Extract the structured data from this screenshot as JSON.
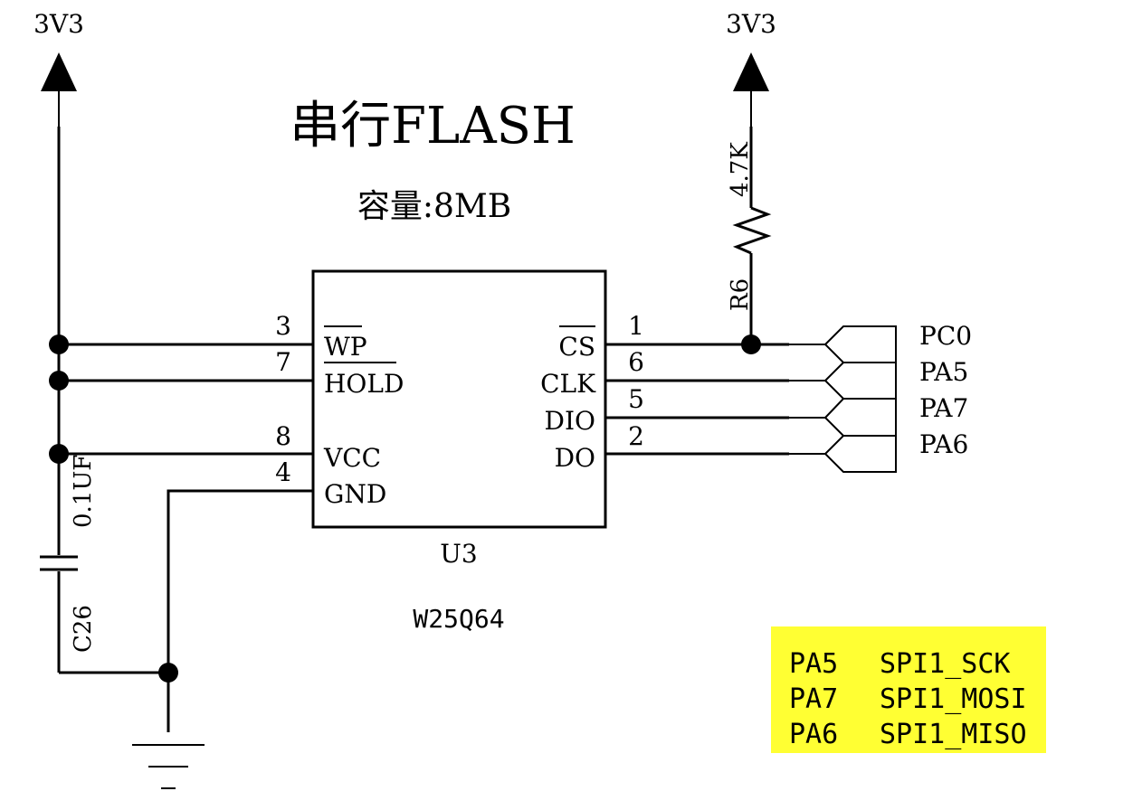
{
  "power": {
    "left_label": "3V3",
    "right_label": "3V3"
  },
  "title": {
    "main": "串行FLASH",
    "capacity": "容量:8MB"
  },
  "chip": {
    "ref": "U3",
    "part": "W25Q64",
    "left_pins": [
      {
        "num": "3",
        "name": "WP"
      },
      {
        "num": "7",
        "name": "HOLD"
      },
      {
        "num": "8",
        "name": "VCC"
      },
      {
        "num": "4",
        "name": "GND"
      }
    ],
    "right_pins": [
      {
        "num": "1",
        "name": "CS"
      },
      {
        "num": "6",
        "name": "CLK"
      },
      {
        "num": "5",
        "name": "DIO"
      },
      {
        "num": "2",
        "name": "DO"
      }
    ]
  },
  "resistor": {
    "ref": "R6",
    "value": "4.7K"
  },
  "capacitor": {
    "ref": "C26",
    "value": "0.1UF"
  },
  "ports": [
    "PC0",
    "PA5",
    "PA7",
    "PA6"
  ],
  "note": {
    "background": "#ffff33",
    "rows": [
      {
        "pin": "PA5",
        "func": "SPI1_SCK"
      },
      {
        "pin": "PA7",
        "func": "SPI1_MOSI"
      },
      {
        "pin": "PA6",
        "func": "SPI1_MISO"
      }
    ]
  }
}
